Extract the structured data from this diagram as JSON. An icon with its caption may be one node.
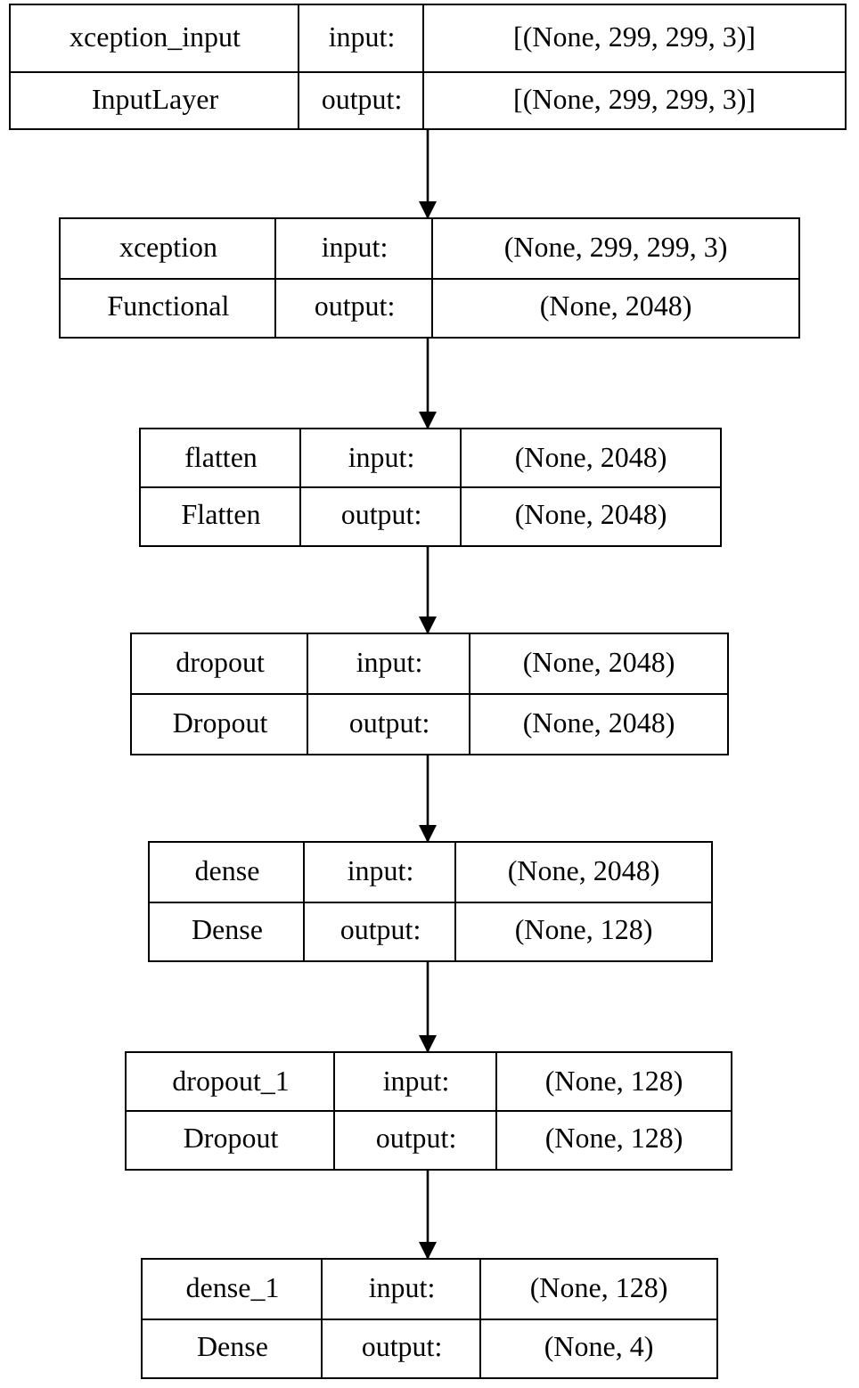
{
  "diagram": {
    "nodes": [
      {
        "text": [
          "xception_input",
          "input:",
          "[(None, 299, 299, 3)]",
          "InputLayer",
          "output:",
          "[(None, 299, 299, 3)]"
        ]
      },
      {
        "text": [
          "xception",
          "input:",
          "(None, 299, 299, 3)",
          "Functional",
          "output:",
          "(None, 2048)"
        ]
      },
      {
        "text": [
          "flatten",
          "input:",
          "(None, 2048)",
          "Flatten",
          "output:",
          "(None, 2048)"
        ]
      },
      {
        "text": [
          "dropout",
          "input:",
          "(None, 2048)",
          "Dropout",
          "output:",
          "(None, 2048)"
        ]
      },
      {
        "text": [
          "dense",
          "input:",
          "(None, 2048)",
          "Dense",
          "output:",
          "(None, 128)"
        ]
      },
      {
        "text": [
          "dropout_1",
          "input:",
          "(None, 128)",
          "Dropout",
          "output:",
          "(None, 128)"
        ]
      },
      {
        "text": [
          "dense_1",
          "input:",
          "(None, 128)",
          "Dense",
          "output:",
          "(None, 4)"
        ]
      }
    ],
    "edges": [
      {
        "from": 0,
        "to": 1,
        "arrow": "to"
      },
      {
        "from": 1,
        "to": 2,
        "arrow": "to"
      },
      {
        "from": 2,
        "to": 3,
        "arrow": "to"
      },
      {
        "from": 3,
        "to": 4,
        "arrow": "to"
      },
      {
        "from": 4,
        "to": 5,
        "arrow": "to"
      },
      {
        "from": 5,
        "to": 6,
        "arrow": "to"
      }
    ]
  }
}
